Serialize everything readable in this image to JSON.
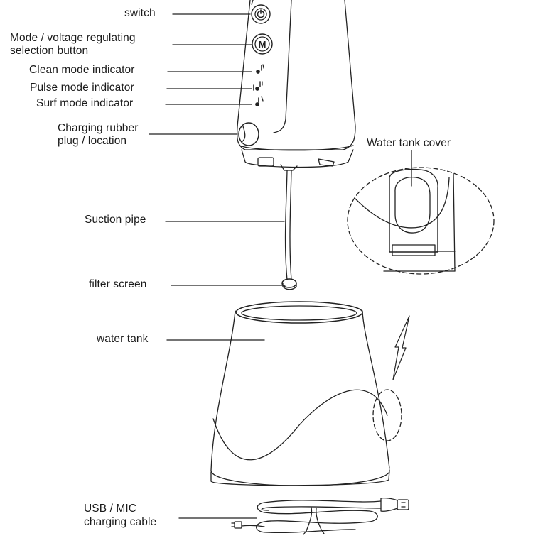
{
  "labels": {
    "switch": "switch",
    "mode_button_line1": "Mode / voltage regulating",
    "mode_button_line2": "selection button",
    "clean_mode": "Clean mode indicator",
    "pulse_mode": "Pulse mode indicator",
    "surf_mode": "Surf mode indicator",
    "charging_plug_line1": "Charging rubber",
    "charging_plug_line2": "plug / location",
    "water_tank_cover": "Water tank cover",
    "suction_pipe": "Suction pipe",
    "filter_screen": "filter screen",
    "water_tank": "water tank",
    "usb_cable_line1": "USB / MIC",
    "usb_cable_line2": "charging cable"
  },
  "mode_button_glyph": "M",
  "icons": [
    "power-icon",
    "mode-icon"
  ]
}
